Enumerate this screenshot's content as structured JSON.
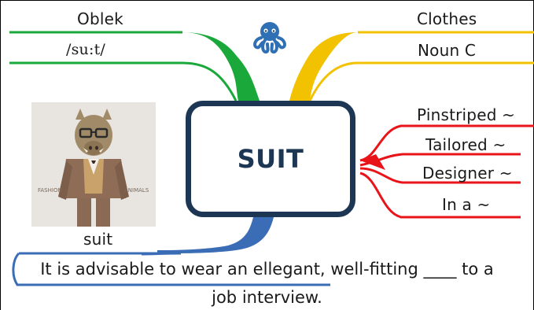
{
  "center": {
    "word": "SUIT"
  },
  "left_branch": {
    "top_label": "Oblek",
    "bottom_label": "/su:t/",
    "color": "#1aa83a"
  },
  "right_branch": {
    "top_label": "Clothes",
    "bottom_label": "Noun C",
    "color": "#f2c200"
  },
  "collocations": {
    "color": "#e8141a",
    "items": [
      "Pinstriped ~",
      "Tailored ~",
      "Designer ~",
      "In a ~"
    ]
  },
  "picture": {
    "caption": "suit",
    "icon": "boar-in-suit-illustration",
    "logo_text": "FASHION ANIMALS"
  },
  "example": {
    "color": "#3a6db5",
    "line1": "It is advisable to wear an ellegant, well-fitting ____ to a",
    "line2": "job interview."
  },
  "frame_color": "#1c3653"
}
